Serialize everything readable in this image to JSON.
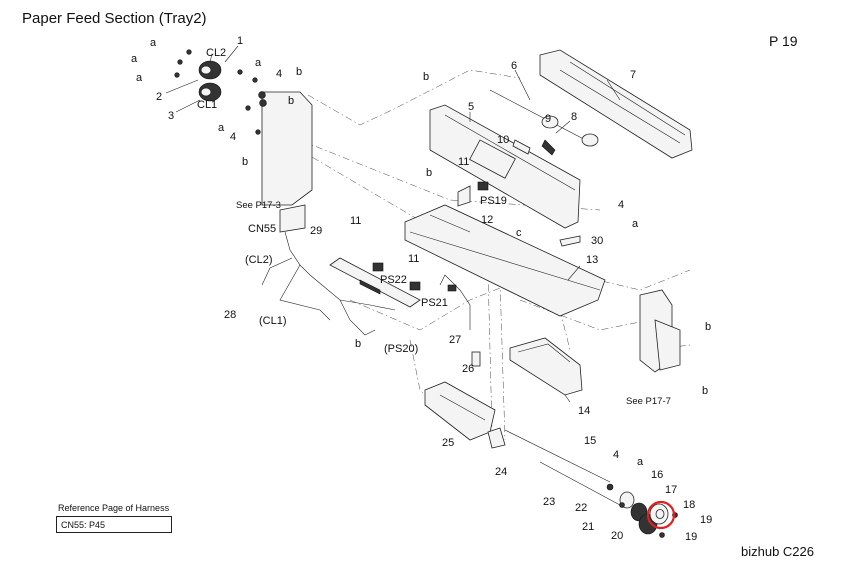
{
  "header": {
    "title": "Paper Feed Section (Tray2)",
    "page_number": "P 19"
  },
  "footer": {
    "model": "bizhub C226"
  },
  "reference": {
    "title": "Reference Page of Harness",
    "entry": "CN55: P45"
  },
  "callouts": {
    "n1": "1",
    "n2": "2",
    "n3": "3",
    "n4a": "4",
    "n4b": "4",
    "n4c": "4",
    "n4d": "4",
    "n5": "5",
    "n6": "6",
    "n7": "7",
    "n8": "8",
    "n9": "9",
    "n10": "10",
    "n11a": "11",
    "n11b": "11",
    "n11c": "11",
    "n12": "12",
    "n13": "13",
    "n14": "14",
    "n15": "15",
    "n16": "16",
    "n17": "17",
    "n18": "18",
    "n19a": "19",
    "n19b": "19",
    "n20": "20",
    "n21": "21",
    "n22": "22",
    "n23": "23",
    "n24": "24",
    "n25": "25",
    "n26": "26",
    "n27": "27",
    "n28": "28",
    "n29": "29",
    "n30": "30",
    "a1": "a",
    "a2": "a",
    "a3": "a",
    "a4": "a",
    "a5": "a",
    "a6": "a",
    "a7": "a",
    "b1": "b",
    "b2": "b",
    "b3": "b",
    "b4": "b",
    "b5": "b",
    "b6": "b",
    "b7": "b",
    "b8": "b",
    "c1": "c",
    "cl2": "CL2",
    "cl1": "CL1",
    "cl2p": "(CL2)",
    "cl1p": "(CL1)",
    "cn55": "CN55",
    "ps19": "PS19",
    "ps20": "(PS20)",
    "ps21": "PS21",
    "ps22": "PS22",
    "see173": "See P17-3",
    "see177": "See P17-7"
  },
  "highlight_color": "#e02020"
}
